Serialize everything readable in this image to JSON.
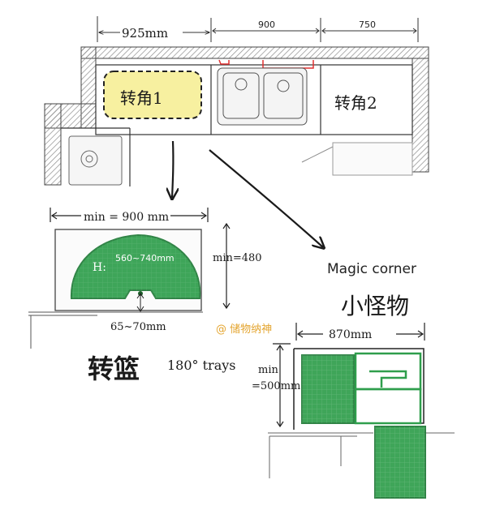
{
  "plan": {
    "dimensions": [
      "925mm",
      "900",
      "750"
    ],
    "corner_1_label": "转角1",
    "corner_2_label": "转角2"
  },
  "tray": {
    "width_label": "min = 900 mm",
    "height_label": "min=480",
    "h_label": "H:",
    "h_range": "560~740mm",
    "gap_label": "65~70mm",
    "name_cn": "转篮",
    "name_en": "180° trays"
  },
  "magic": {
    "title_en": "Magic corner",
    "title_cn": "小怪物",
    "width_label": "870mm",
    "min_label": "min",
    "depth_label": "=500mm"
  },
  "watermark": "@ 储物纳神",
  "colors": {
    "green_fill": "#2f9e4c",
    "green_stroke": "#1f7a37",
    "yellow_highlight": "#f7f0a0",
    "red_mark": "#e03030",
    "wall_hatch": "#8c8c8c",
    "ink": "#1a1a1a"
  }
}
